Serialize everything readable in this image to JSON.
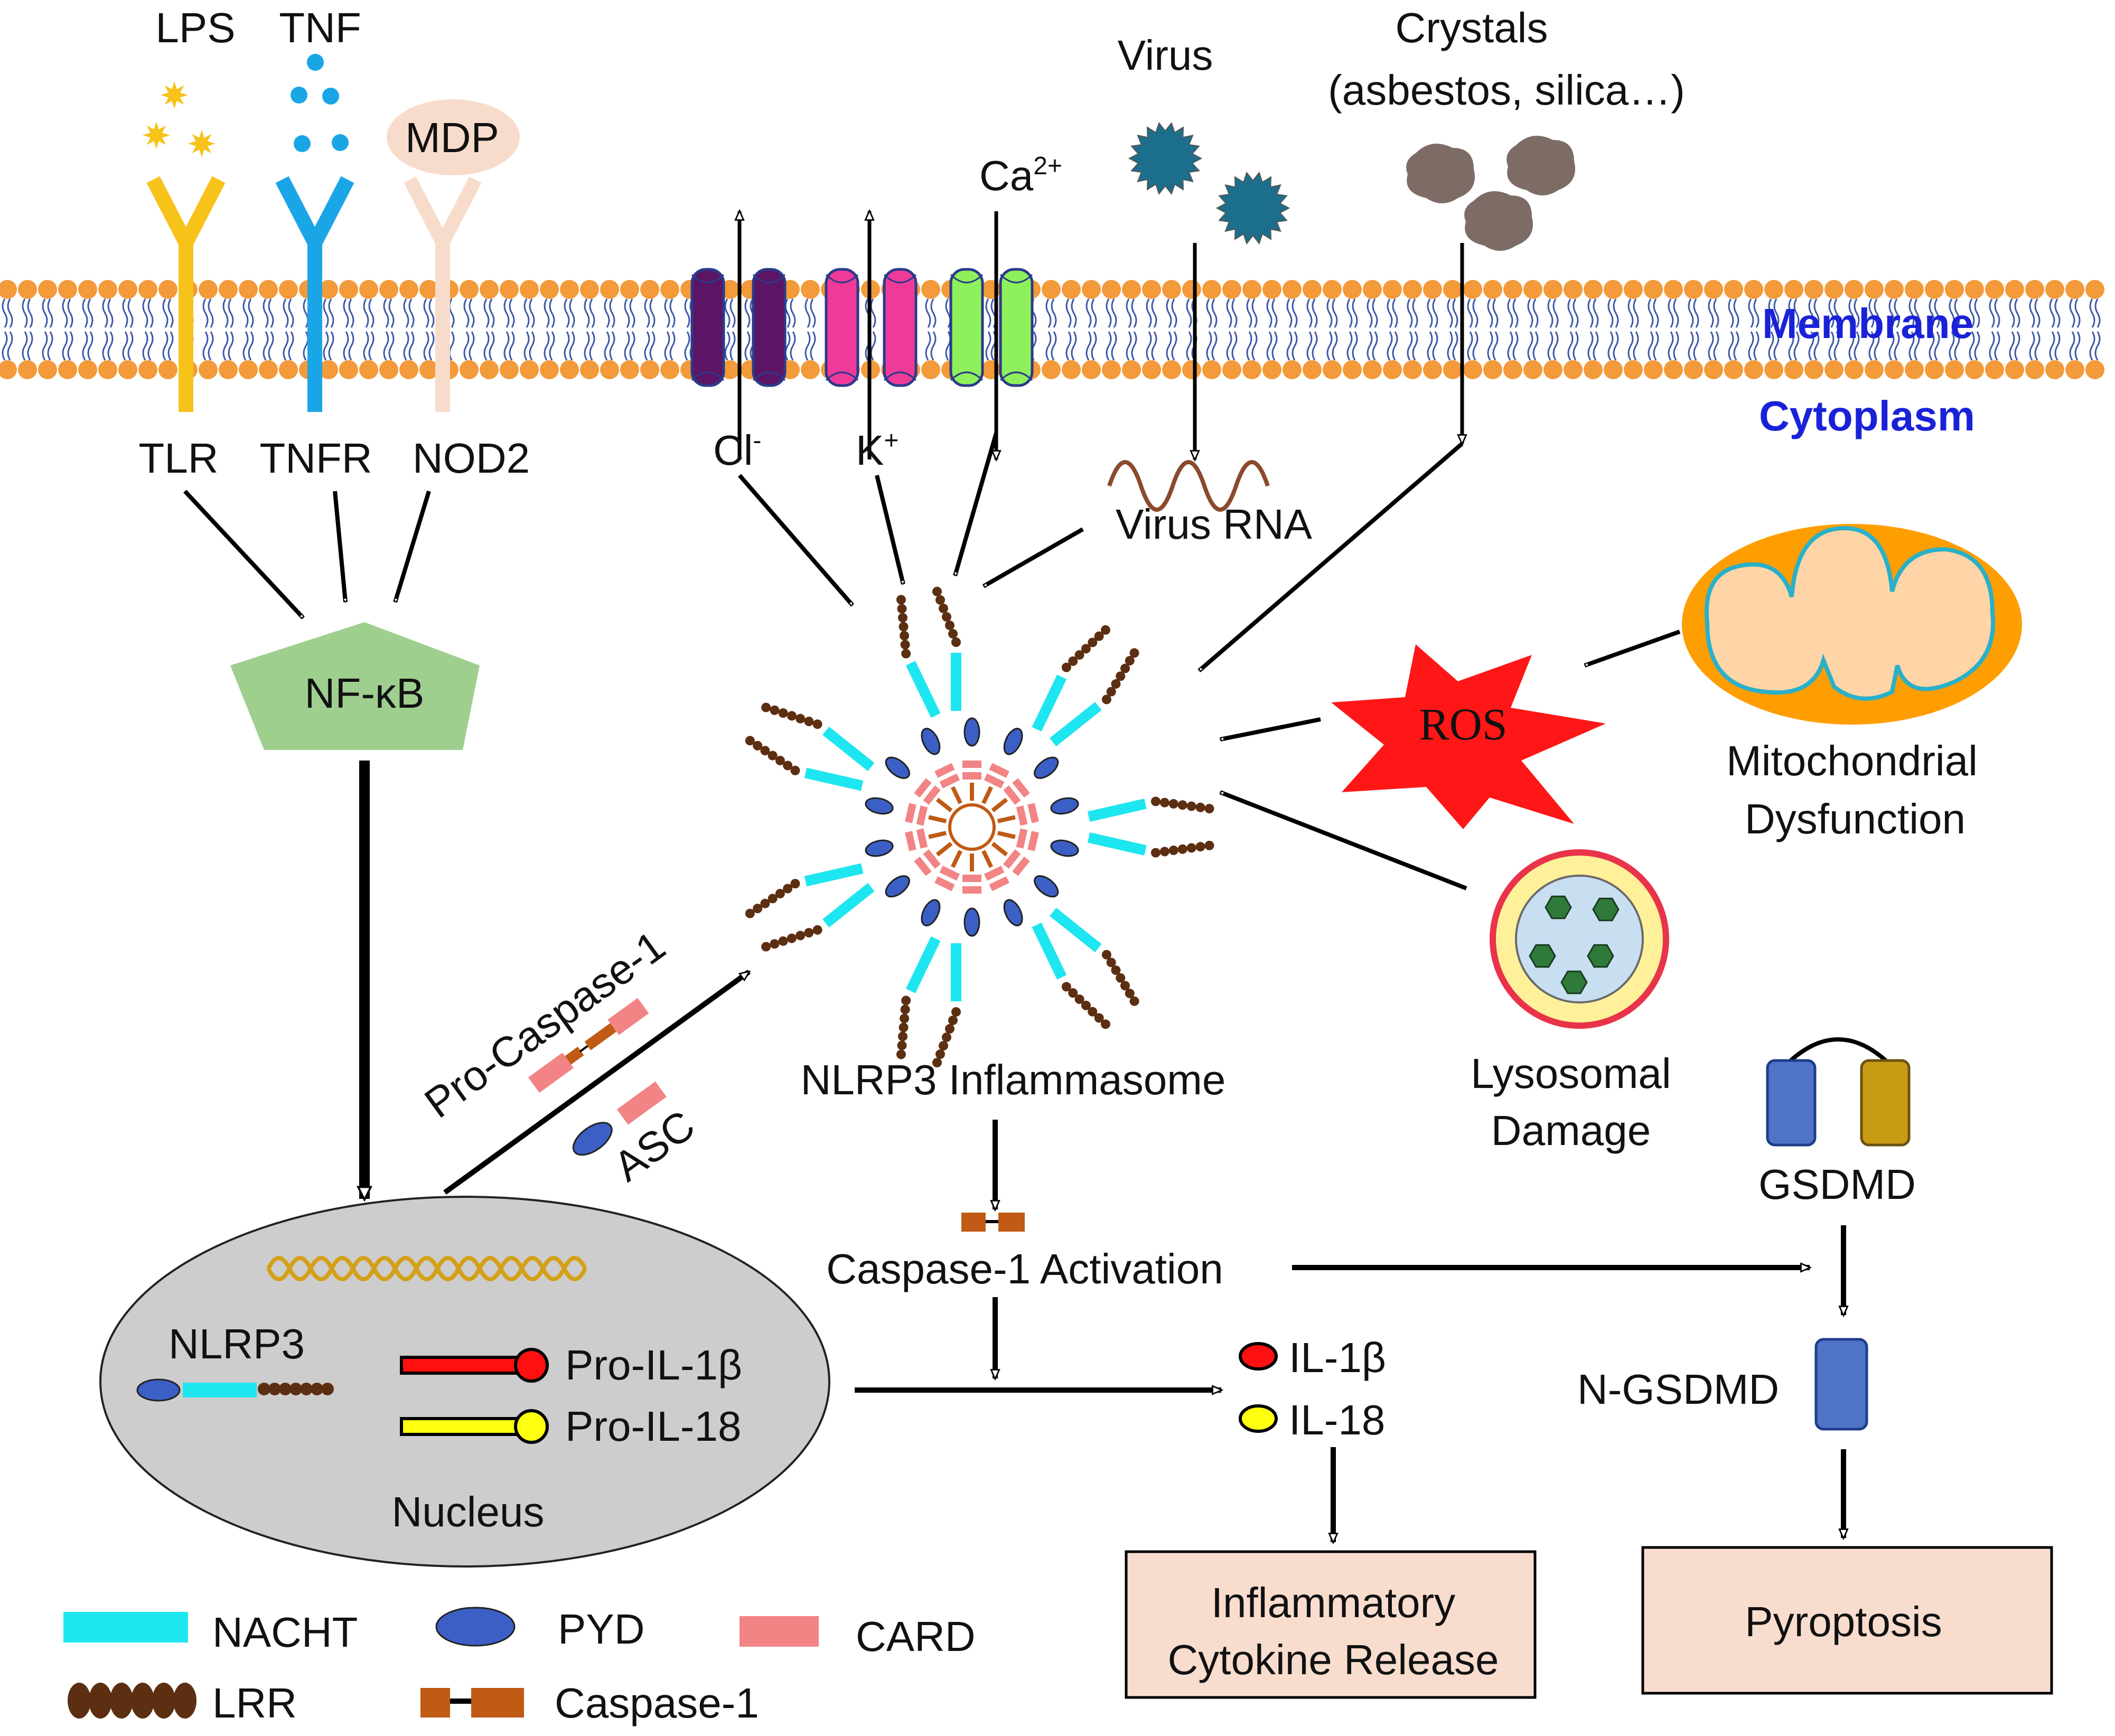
{
  "colors": {
    "tlr": "#f7c21a",
    "tnfr": "#1aa6e6",
    "nod2": "#f8dccb",
    "lipid_head": "#f39a3a",
    "lipid_tail": "#3f57a8",
    "nacht": "#1ee6f0",
    "pyd": "#3b5fc4",
    "card": "#f28486",
    "caspase": "#c05a14",
    "lrr": "#5c2f12",
    "cl_channel": "#5c1464",
    "k_channel": "#ef3a9a",
    "ca_channel": "#8ef05a",
    "virus": "#1b6f8c",
    "crystal": "#7d6c66",
    "nfkb": "#9fcf8f",
    "nucleus": "#cdcdcd",
    "ros": "#ff1616",
    "mito_outer": "#ff9e00",
    "mito_inner": "#ffd5a8",
    "lyso_outer": "#e8334a",
    "lyso_mid": "#fff09a",
    "lyso_inner": "#c8dff2",
    "lyso_particle": "#2f7a3a",
    "gsdmd_n": "#4f74c7",
    "gsdmd_c": "#c99a14",
    "box_fill": "#f8ddcf",
    "label_blue": "#1a22d8"
  },
  "ligands": {
    "lps": "LPS",
    "tnf": "TNF",
    "mdp": "MDP",
    "virus": "Virus",
    "crystals_line1": "Crystals",
    "crystals_line2": "(asbestos, silica…)"
  },
  "ions": {
    "ca": "Ca",
    "ca_sup": "2+",
    "cl": "Cl",
    "cl_sup": "-",
    "k": "K",
    "k_sup": "+"
  },
  "compartments": {
    "membrane": "Membrane",
    "cytoplasm": "Cytoplasm",
    "nucleus": "Nucleus"
  },
  "receptors": {
    "tlr": "TLR",
    "tnfr": "TNFR",
    "nod2": "NOD2"
  },
  "nodes": {
    "nfkb": "NF-κB",
    "virus_rna": "Virus RNA",
    "ros": "ROS",
    "mito_line1": "Mitochondrial",
    "mito_line2": "Dysfunction",
    "lyso_line1": "Lysosomal",
    "lyso_line2": "Damage",
    "inflammasome": "NLRP3 Inflammasome",
    "pro_caspase": "Pro-Caspase-1",
    "asc": "ASC",
    "caspase_activation": "Caspase-1 Activation",
    "gsdmd": "GSDMD",
    "n_gsdmd": "N-GSDMD",
    "il1b": "IL-1β",
    "il18": "IL-18"
  },
  "nucleus_content": {
    "nlrp3": "NLRP3",
    "pro_il1b": "Pro-IL-1β",
    "pro_il18": "Pro-IL-18"
  },
  "outcomes": {
    "cytokine_line1": "Inflammatory",
    "cytokine_line2": "Cytokine Release",
    "pyroptosis": "Pyroptosis"
  },
  "legend": {
    "nacht": "NACHT",
    "pyd": "PYD",
    "card": "CARD",
    "lrr": "LRR",
    "caspase1": "Caspase-1"
  }
}
